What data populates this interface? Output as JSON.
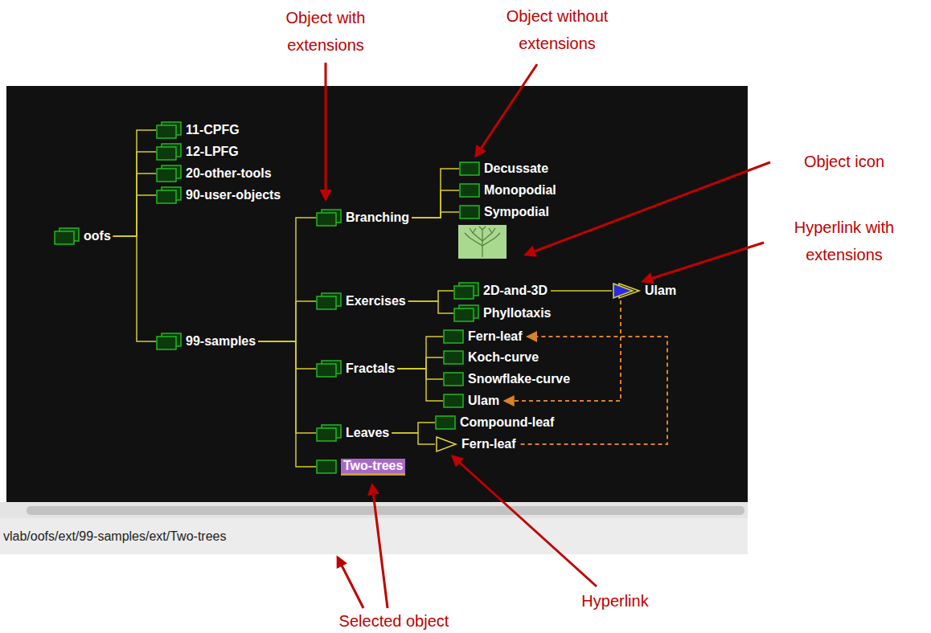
{
  "diagram": {
    "nodes": [
      {
        "text": [
          "oofs"
        ]
      },
      {
        "text": [
          "11-CPFG"
        ]
      },
      {
        "text": [
          "12-LPFG"
        ]
      },
      {
        "text": [
          "20-other-tools"
        ]
      },
      {
        "text": [
          "90-user-objects"
        ]
      },
      {
        "text": [
          "99-samples"
        ]
      },
      {
        "text": [
          "Branching"
        ]
      },
      {
        "text": [
          "Decussate"
        ]
      },
      {
        "text": [
          "Monopodial"
        ]
      },
      {
        "text": [
          "Sympodial"
        ]
      },
      {
        "text": [
          "Exercises"
        ]
      },
      {
        "text": [
          "2D-and-3D"
        ]
      },
      {
        "text": [
          "Ulam"
        ]
      },
      {
        "text": [
          "Phyllotaxis"
        ]
      },
      {
        "text": [
          "Fractals"
        ]
      },
      {
        "text": [
          "Fern-leaf"
        ]
      },
      {
        "text": [
          "Koch-curve"
        ]
      },
      {
        "text": [
          "Snowflake-curve"
        ]
      },
      {
        "text": [
          "Ulam"
        ]
      },
      {
        "text": [
          "Leaves"
        ]
      },
      {
        "text": [
          "Compound-leaf"
        ]
      },
      {
        "text": [
          "Fern-leaf"
        ]
      },
      {
        "text": [
          "Two-trees"
        ]
      }
    ],
    "edges": [
      {
        "from": 0,
        "to": 1,
        "arrow": "none"
      },
      {
        "from": 0,
        "to": 2,
        "arrow": "none"
      },
      {
        "from": 0,
        "to": 3,
        "arrow": "none"
      },
      {
        "from": 0,
        "to": 4,
        "arrow": "none"
      },
      {
        "from": 0,
        "to": 5,
        "arrow": "none"
      },
      {
        "from": 5,
        "to": 6,
        "arrow": "none"
      },
      {
        "from": 5,
        "to": 10,
        "arrow": "none"
      },
      {
        "from": 5,
        "to": 14,
        "arrow": "none"
      },
      {
        "from": 5,
        "to": 19,
        "arrow": "none"
      },
      {
        "from": 5,
        "to": 22,
        "arrow": "none"
      },
      {
        "from": 6,
        "to": 7,
        "arrow": "none"
      },
      {
        "from": 6,
        "to": 8,
        "arrow": "none"
      },
      {
        "from": 6,
        "to": 9,
        "arrow": "none"
      },
      {
        "from": 10,
        "to": 11,
        "arrow": "none"
      },
      {
        "from": 10,
        "to": 13,
        "arrow": "none"
      },
      {
        "from": 11,
        "to": 12,
        "arrow": "none"
      },
      {
        "from": 14,
        "to": 15,
        "arrow": "none"
      },
      {
        "from": 14,
        "to": 16,
        "arrow": "none"
      },
      {
        "from": 14,
        "to": 17,
        "arrow": "none"
      },
      {
        "from": 14,
        "to": 18,
        "arrow": "none"
      },
      {
        "from": 19,
        "to": 20,
        "arrow": "none"
      },
      {
        "from": 19,
        "to": 21,
        "arrow": "none"
      },
      {
        "from": 12,
        "to": 18,
        "arrow": "to"
      },
      {
        "from": 21,
        "to": 15,
        "arrow": "to"
      }
    ],
    "labels": [
      "Object with extensions",
      "Object without extensions",
      "Object icon",
      "Hyperlink with extensions",
      "Hyperlink",
      "Selected object",
      "vlab/oofs/ext/99-samples/ext/Two-trees"
    ]
  }
}
